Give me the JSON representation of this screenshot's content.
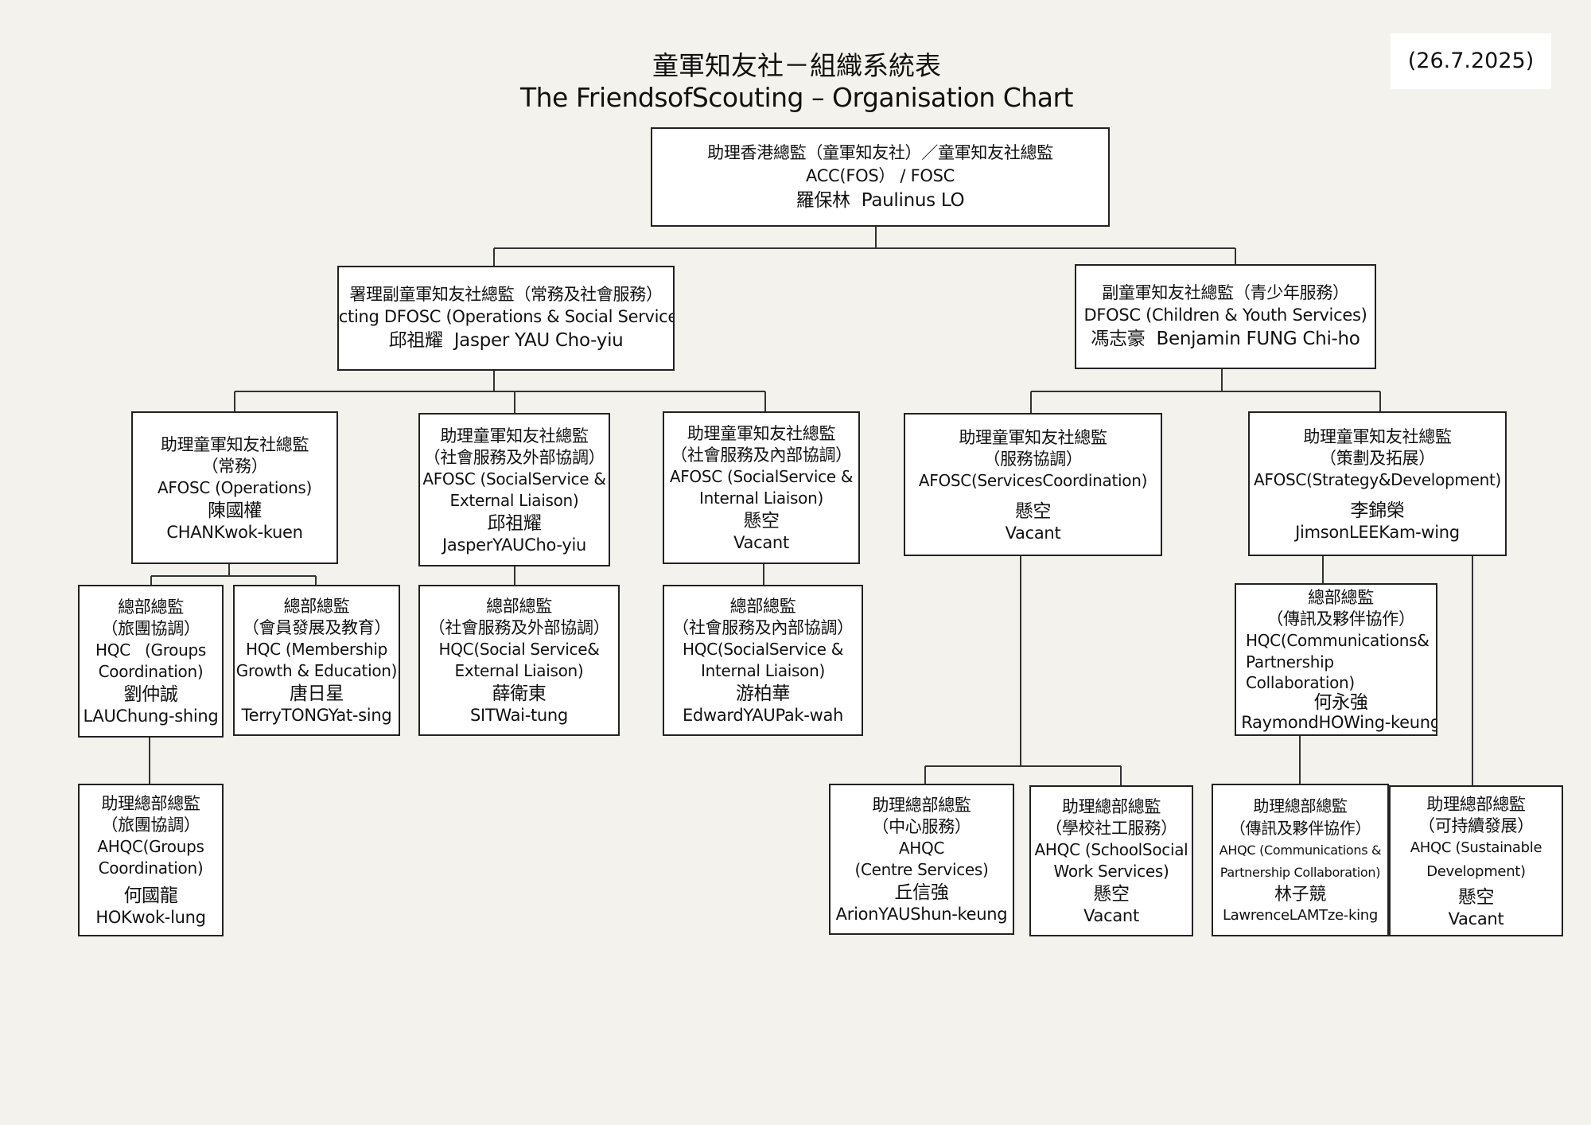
{
  "date": "(26.7.2025)",
  "title_zh": "童軍知友社－組織系統表",
  "title_en": "The FriendsofScouting – Organisation Chart",
  "boxes": {
    "fosc": {
      "title_zh": "助理香港總監（童軍知友社）／童軍知友社總監",
      "title_en": "ACC(FOS）    /    FOSC",
      "name_zh": "羅保林",
      "name_en": "Paulinus LO"
    },
    "dfosc_ops": {
      "title_zh": "署理副童軍知友社總監（常務及社會服務）",
      "title_en": "Acting DFOSC (Operations & Social Service)",
      "name_zh": "邱祖耀",
      "name_en": "Jasper YAU Cho-yiu"
    },
    "dfosc_youth": {
      "title_zh": "副童軍知友社總監（青少年服務）",
      "title_en": "DFOSC (Children & Youth Services)",
      "name_zh": "馮志豪",
      "name_en": "Benjamin FUNG Chi-ho"
    },
    "afosc_ops": {
      "title_zh": "助理童軍知友社總監",
      "title_zh2": "（常務）",
      "title_en": "AFOSC (Operations)",
      "name_zh": "陳國權",
      "name_en": "CHANKwok-kuen"
    },
    "afosc_ext": {
      "title_zh": "助理童軍知友社總監",
      "title_zh2": "（社會服務及外部協調）",
      "title_en": "AFOSC (SocialService &",
      "title_en2": "External Liaison)",
      "name_zh": "邱祖耀",
      "name_en": "JasperYAUCho-yiu"
    },
    "afosc_int": {
      "title_zh": "助理童軍知友社總監",
      "title_zh2": "（社會服務及內部協調）",
      "title_en": "AFOSC (SocialService &",
      "title_en2": "Internal Liaison)",
      "name_zh": "懸空",
      "name_en": "Vacant"
    },
    "afosc_svc": {
      "title_zh": "助理童軍知友社總監",
      "title_zh2": "（服務協調）",
      "title_en": "AFOSC(ServicesCoordination)",
      "name_zh": "懸空",
      "name_en": "Vacant"
    },
    "afosc_strat": {
      "title_zh": "助理童軍知友社總監",
      "title_zh2": "（策劃及拓展）",
      "title_en": "AFOSC(Strategy&Development)",
      "name_zh": "李錦榮",
      "name_en": "JimsonLEEKam-wing"
    },
    "hqc_groups": {
      "title_zh": "總部總監",
      "title_zh2": "（旅團協調）",
      "title_en": "HQC   (Groups",
      "title_en2": "Coordination)",
      "name_zh": "劉仲誠",
      "name_en": "LAUChung-shing"
    },
    "hqc_member": {
      "title_zh": "總部總監",
      "title_zh2": "（會員發展及教育）",
      "title_en": "HQC (Membership",
      "title_en2": "Growth & Education)",
      "name_zh": "唐日星",
      "name_en": "TerryTONGYat-sing"
    },
    "hqc_ext": {
      "title_zh": "總部總監",
      "title_zh2": "（社會服務及外部協調）",
      "title_en": "HQC(Social Service&",
      "title_en2": "External Liaison)",
      "name_zh": "薛衛東",
      "name_en": "SITWai-tung"
    },
    "hqc_int": {
      "title_zh": "總部總監",
      "title_zh2": "（社會服務及內部協調）",
      "title_en": "HQC(SocialService &",
      "title_en2": "Internal Liaison)",
      "name_zh": "游柏華",
      "name_en": "EdwardYAUPak-wah"
    },
    "hqc_comms": {
      "title_zh": "總部總監",
      "title_zh2": "（傳訊及夥伴協作）",
      "title_en": "HQC(Communications&",
      "title_en2": "Partnership",
      "title_en3": "Collaboration)",
      "name_zh": "何永強",
      "name_en": "RaymondHOWing-keung"
    },
    "ahqc_groups": {
      "title_zh": "助理總部總監",
      "title_zh2": "（旅團協調）",
      "title_en": "AHQC(Groups",
      "title_en2": "Coordination)",
      "name_zh": "何國龍",
      "name_en": "HOKwok-lung"
    },
    "ahqc_centre": {
      "title_zh": "助理總部總監",
      "title_zh2": "（中心服務）",
      "title_en": "AHQC",
      "title_en2": "(Centre Services)",
      "name_zh": "丘信強",
      "name_en": "ArionYAUShun-keung"
    },
    "ahqc_school": {
      "title_zh": "助理總部總監",
      "title_zh2": "（學校社工服務）",
      "title_en": "AHQC (SchoolSocial",
      "title_en2": "Work Services)",
      "name_zh": "懸空",
      "name_en": "Vacant"
    },
    "ahqc_comms": {
      "title_zh": "助理總部總監",
      "title_zh2": "（傳訊及夥伴協作）",
      "title_en": "AHQC (Communications &",
      "title_en2": "Partnership Collaboration)",
      "name_zh": "林子競",
      "name_en": "LawrenceLAMTze-king"
    },
    "ahqc_sustain": {
      "title_zh": "助理總部總監",
      "title_zh2": "（可持續發展）",
      "title_en": "AHQC (Sustainable",
      "title_en2": "Development)",
      "name_zh": "懸空",
      "name_en": "Vacant"
    }
  }
}
